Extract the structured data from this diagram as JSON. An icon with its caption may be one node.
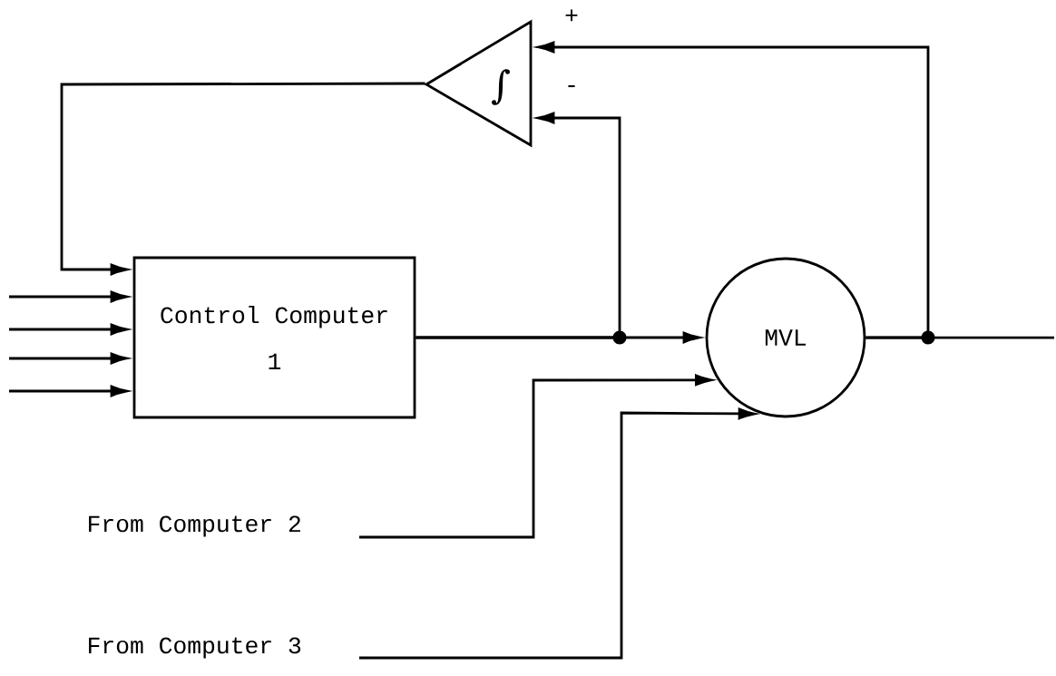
{
  "diagram": {
    "nodes": [
      {
        "text": [
          "Control Computer",
          "1"
        ]
      },
      {
        "text": [
          "∫"
        ]
      },
      {
        "text": [
          "MVL"
        ]
      },
      {
        "text": [
          "From Computer 2"
        ]
      },
      {
        "text": [
          "From Computer 3"
        ]
      }
    ],
    "edges": [
      {
        "from": null,
        "to": 0,
        "arrow": "to"
      },
      {
        "from": null,
        "to": 0,
        "arrow": "to"
      },
      {
        "from": null,
        "to": 0,
        "arrow": "to"
      },
      {
        "from": null,
        "to": 0,
        "arrow": "to"
      },
      {
        "from": 1,
        "to": 0,
        "arrow": "to"
      },
      {
        "from": 0,
        "to": 2,
        "arrow": "to"
      },
      {
        "from": 0,
        "to": 1,
        "arrow": "to"
      },
      {
        "from": 2,
        "to": null,
        "arrow": "none"
      },
      {
        "from": 2,
        "to": 1,
        "arrow": "to"
      },
      {
        "from": 3,
        "to": 2,
        "arrow": "to"
      },
      {
        "from": 4,
        "to": 2,
        "arrow": "to"
      }
    ],
    "labels": [
      "+",
      "-"
    ]
  }
}
